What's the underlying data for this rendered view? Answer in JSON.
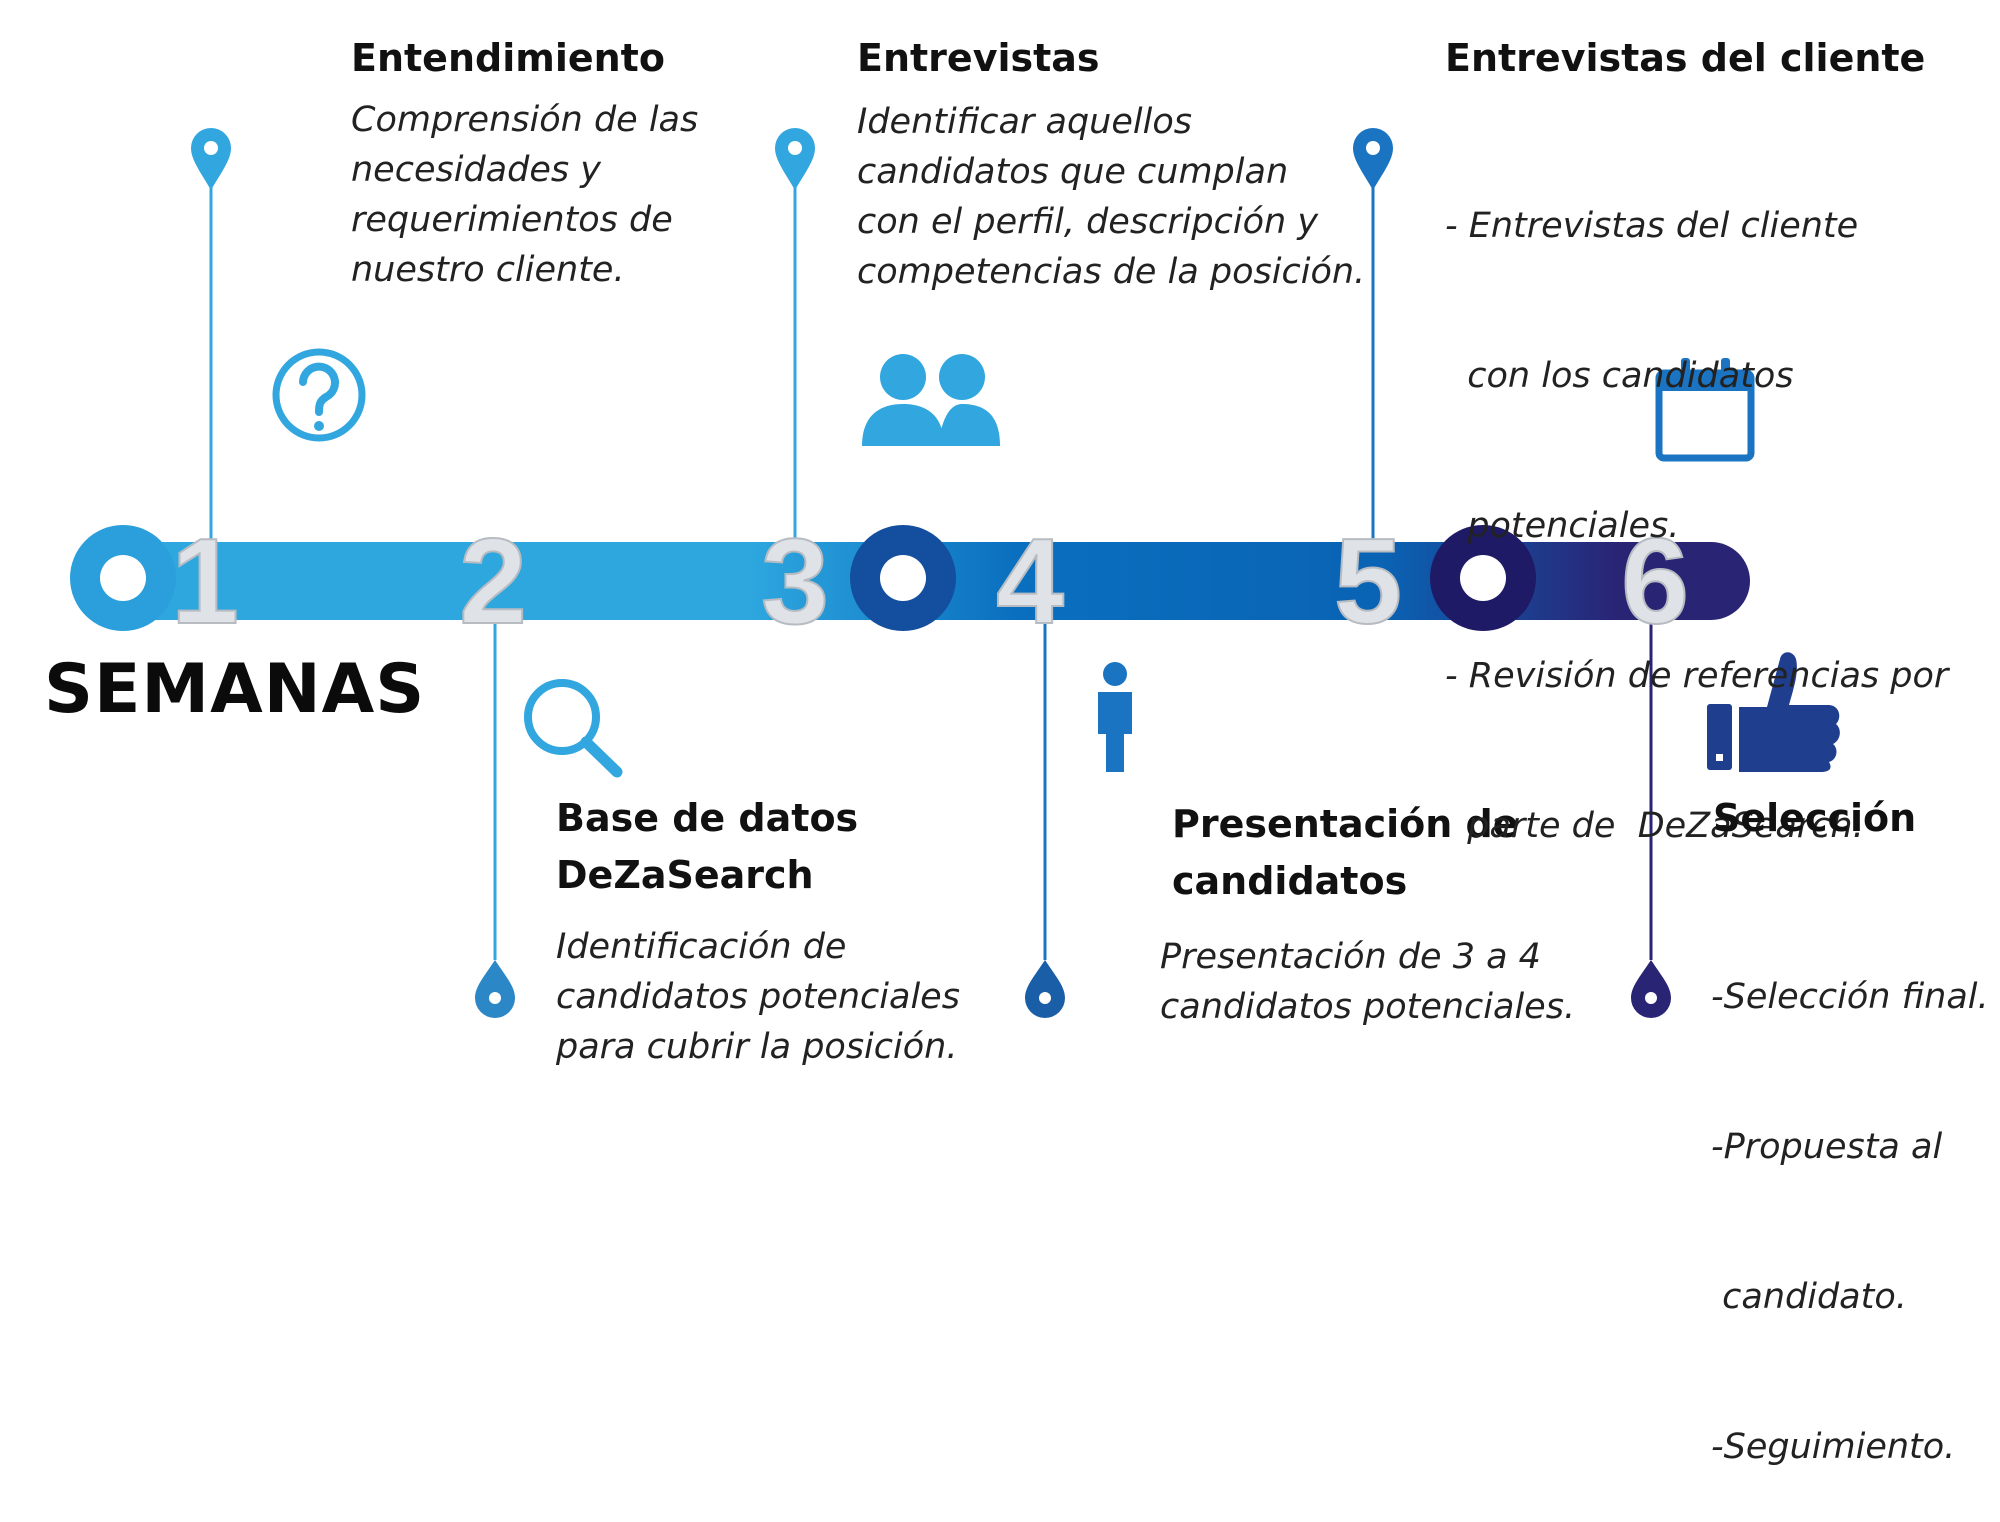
{
  "semanas_label": "SEMANAS",
  "colors": {
    "band_light": "#2ea7df",
    "band_mid": "#0a6fbf",
    "band_dark": "#2a2475",
    "icon_blue": "#32a6de",
    "icon_navy": "#1c3f8c"
  },
  "steps": [
    {
      "number": "1",
      "title": "Entendimiento",
      "title_lines": [
        "Entendimiento"
      ],
      "description_lines": [
        "Comprensión de las",
        "necesidades y",
        "requerimientos de",
        "nuestro cliente."
      ],
      "icon": "question-icon"
    },
    {
      "number": "2",
      "title": "Base de datos DeZaSearch",
      "title_lines": [
        "Base de datos",
        "DeZaSearch"
      ],
      "description_lines": [
        "Identificación de",
        "candidatos  potenciales",
        "para cubrir  la posición."
      ],
      "icon": "magnifier-icon"
    },
    {
      "number": "3",
      "title": "Entrevistas",
      "title_lines": [
        "Entrevistas"
      ],
      "description_lines": [
        "Identificar aquellos",
        "candidatos que cumplan",
        "con el perfil, descripción y",
        "competencias de la posición."
      ],
      "icon": "people-icon"
    },
    {
      "number": "4",
      "title": "Presentación de candidatos",
      "title_lines": [
        "Presentación de",
        "candidatos"
      ],
      "description_lines": [
        " Presentación de 3 a 4",
        "candidatos potenciales."
      ],
      "icon": "person-icon"
    },
    {
      "number": "5",
      "title": "Entrevistas del cliente",
      "title_lines": [
        "Entrevistas del cliente"
      ],
      "description_lines": [
        "- Entrevistas del cliente",
        "  con los candidatos",
        "  potenciales.",
        "- Revisión de referencias por",
        "  parte de  DeZaSearch."
      ],
      "icon": "calendar-icon"
    },
    {
      "number": "6",
      "title": "Selección",
      "title_lines": [
        "Selección"
      ],
      "description_lines": [
        "-Selección final.",
        "-Propuesta al",
        " candidato.",
        "-Seguimiento."
      ],
      "icon": "thumbs-up-icon"
    }
  ]
}
